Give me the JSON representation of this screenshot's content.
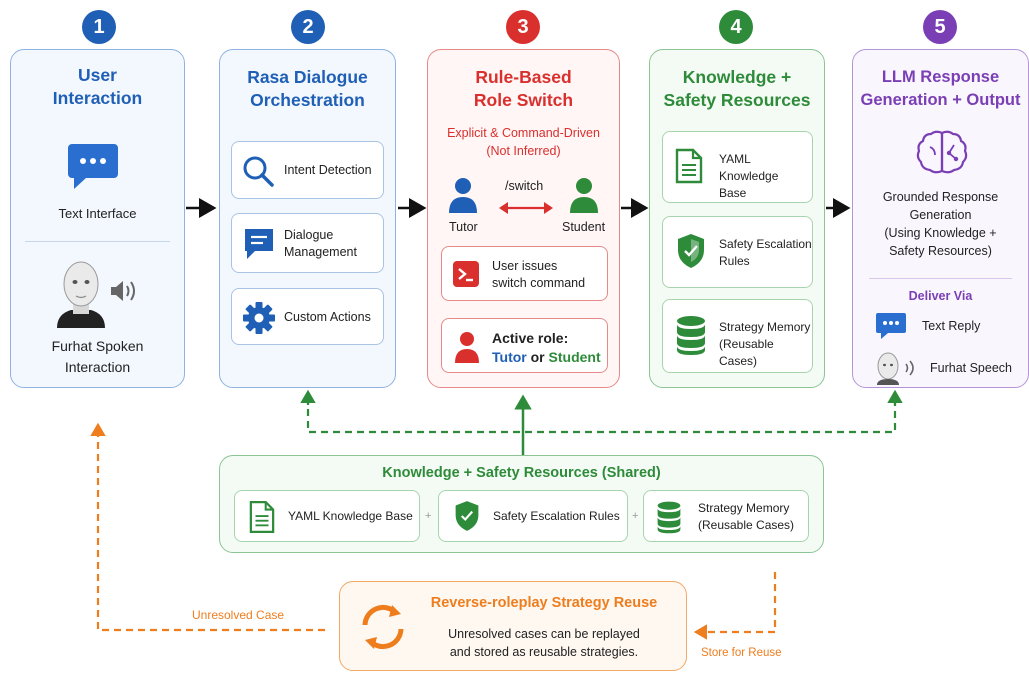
{
  "colors": {
    "blue": "#1f5fb5",
    "red": "#d9302e",
    "green": "#2e8b3a",
    "purple": "#7a3fb5",
    "orange": "#ee7d1e"
  },
  "steps": [
    {
      "number": "1",
      "title_line1": "User",
      "title_line2": "Interaction"
    },
    {
      "number": "2",
      "title_line1": "Rasa Dialogue",
      "title_line2": "Orchestration"
    },
    {
      "number": "3",
      "title_line1": "Rule-Based",
      "title_line2": "Role Switch"
    },
    {
      "number": "4",
      "title_line1": "Knowledge +",
      "title_line2": "Safety Resources"
    },
    {
      "number": "5",
      "title_line1": "LLM Response",
      "title_line2": "Generation + Output"
    }
  ],
  "user_interaction": {
    "text_interface": "Text Interface",
    "furhat_line1": "Furhat Spoken",
    "furhat_line2": "Interaction"
  },
  "rasa": {
    "items": [
      {
        "label_line1": "Intent Detection",
        "label_line2": "",
        "icon": "magnifier-icon"
      },
      {
        "label_line1": "Dialogue",
        "label_line2": "Management",
        "icon": "chat-icon"
      },
      {
        "label_line1": "Custom Actions",
        "label_line2": "",
        "icon": "gear-icon"
      }
    ]
  },
  "role_switch": {
    "subtitle_line1": "Explicit & Command-Driven",
    "subtitle_line2": "(Not Inferred)",
    "switch_label": "/switch",
    "tutor": "Tutor",
    "student": "Student",
    "command_line1": "User issues",
    "command_line2": "switch command",
    "active_role_label": "Active role:",
    "active_tutor": "Tutor",
    "active_or": "or",
    "active_student": "Student"
  },
  "knowledge": {
    "items": [
      {
        "label_line1": "YAML Knowledge",
        "label_line2": "Base",
        "icon": "document-icon"
      },
      {
        "label_line1": "Safety Escalation",
        "label_line2": "Rules",
        "icon": "shield-icon"
      },
      {
        "label_line1": "Strategy Memory",
        "label_line2": "(Reusable Cases)",
        "icon": "database-icon"
      }
    ]
  },
  "llm": {
    "desc_line1": "Grounded Response",
    "desc_line2": "Generation",
    "desc_line3": "(Using Knowledge +",
    "desc_line4": "Safety Resources)",
    "deliver_via": "Deliver Via",
    "text_reply": "Text Reply",
    "furhat_speech": "Furhat Speech"
  },
  "shared": {
    "title": "Knowledge + Safety Resources (Shared)",
    "items": [
      {
        "label_line1": "YAML Knowledge Base",
        "label_line2": ""
      },
      {
        "label_line1": "Safety Escalation Rules",
        "label_line2": ""
      },
      {
        "label_line1": "Strategy Memory",
        "label_line2": "(Reusable Cases)"
      }
    ],
    "plus": "+"
  },
  "reuse": {
    "title": "Reverse-roleplay Strategy Reuse",
    "desc_line1": "Unresolved cases can be replayed",
    "desc_line2": "and stored as reusable strategies.",
    "unresolved_label": "Unresolved Case",
    "store_label": "Store for Reuse"
  }
}
